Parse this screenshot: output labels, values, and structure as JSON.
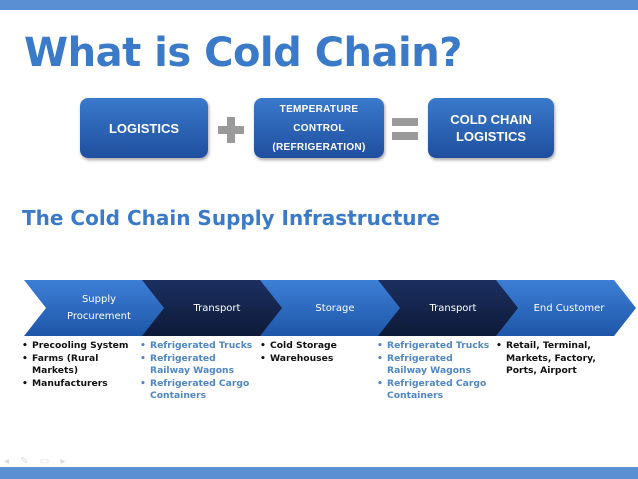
{
  "title": "What is Cold Chain?",
  "equation": {
    "box1": "LOGISTICS",
    "box2": [
      "TEMPERATURE",
      "CONTROL",
      "(REFRIGERATION)"
    ],
    "box3": [
      "COLD CHAIN",
      "LOGISTICS"
    ]
  },
  "subtitle": "The Cold Chain Supply Infrastructure",
  "stages": [
    {
      "label": [
        "Supply",
        "Procurement"
      ],
      "items": [
        "Precooling System",
        "Farms (Rural Markets)",
        "Manufacturers"
      ]
    },
    {
      "label": [
        "Transport"
      ],
      "items": [
        "Refrigerated Trucks",
        "Refrigerated Railway Wagons",
        "Refrigerated Cargo Containers"
      ]
    },
    {
      "label": [
        "Storage"
      ],
      "items": [
        "Cold Storage",
        "Warehouses"
      ]
    },
    {
      "label": [
        "Transport"
      ],
      "items": [
        "Refrigerated Trucks",
        "Refrigerated Railway Wagons",
        "Refrigerated Cargo Containers"
      ]
    },
    {
      "label": [
        "End Customer"
      ],
      "items": [
        "Retail, Terminal, Markets, Factory, Ports, Airport"
      ]
    }
  ],
  "colors": {
    "accent": "#3a7ac9",
    "band": "#5b8fd3",
    "chevron_blue": "#2d6bbf",
    "chevron_navy": "#14244a",
    "blue_text": "#4f86c8"
  }
}
